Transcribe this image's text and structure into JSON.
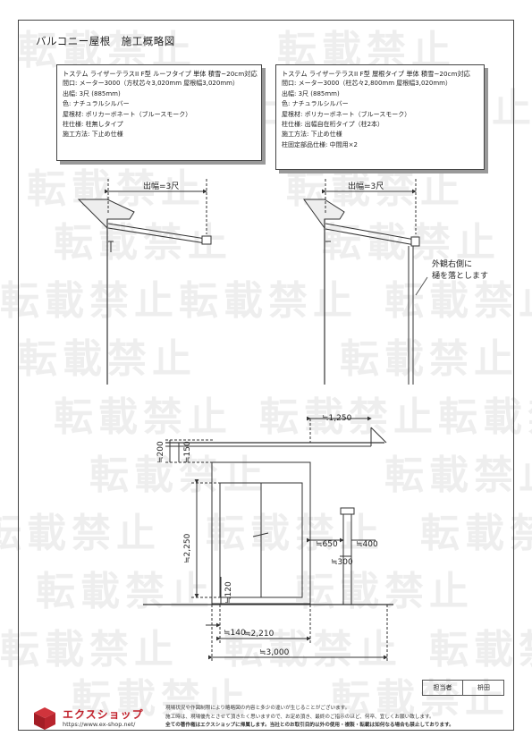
{
  "title": "バルコニー屋根　施工概略図",
  "spec_left": {
    "lines": [
      "トステム ライザーテラスII F型 ルーフタイプ 単体 積雪~20cm対応",
      "間口: メーター3000（方杖芯々3,020mm 屋根幅3,020mm）",
      "出幅: 3尺 (885mm)",
      "色: ナチュラルシルバー",
      "屋根材: ポリカーボネート（ブルースモーク）",
      "柱仕様: 柱無しタイプ",
      "施工方法: 下止め仕様"
    ]
  },
  "spec_right": {
    "lines": [
      "トステム ライザーテラスII F型 屋根タイプ 単体 積雪~20cm対応",
      "間口: メーター3000（柱芯々2,800mm 屋根幅3,020mm）",
      "出幅: 3尺 (885mm)",
      "色: ナチュラルシルバー",
      "屋根材: ポリカーボネート（ブルースモーク）",
      "柱仕様: 出幅自在桁タイプ（柱2本）",
      "施工方法: 下止め仕様",
      "柱固定部品仕様: 中間用×2"
    ]
  },
  "section_left_dim": "出幅=3尺",
  "section_right_dim": "出幅=3尺",
  "callout": [
    "外観右側に",
    "樋を落とします"
  ],
  "elevation_dims": {
    "top_width": "≒1,250",
    "d200": "≒200",
    "d150": "≒150",
    "height": "≒2,250",
    "d650": "≒650",
    "d400": "≒400",
    "d300": "≒300",
    "d120": "≒120",
    "d140": "≒140",
    "d2210": "≒2,210",
    "d3000": "≒3,000"
  },
  "stamp": {
    "label": "担当者",
    "name": "枡田"
  },
  "watermark": "転載禁止",
  "logo": {
    "text": "エクスショップ",
    "url": "https://www.ex-shop.net/"
  },
  "notes": [
    "現場状況や作図制限により略略図の内容と多少の違いが生じることがございます。",
    "施工時は、現場優先とさせて頂きたく思いますので、お定め頂き、最終のご指示のほど、何卒、宜しくお願い致します。",
    "全ての著作権はエクスショップに帰属します。当社とのお取引目的以外の使用・複製・転載は如何なる場合も禁止しております。"
  ]
}
